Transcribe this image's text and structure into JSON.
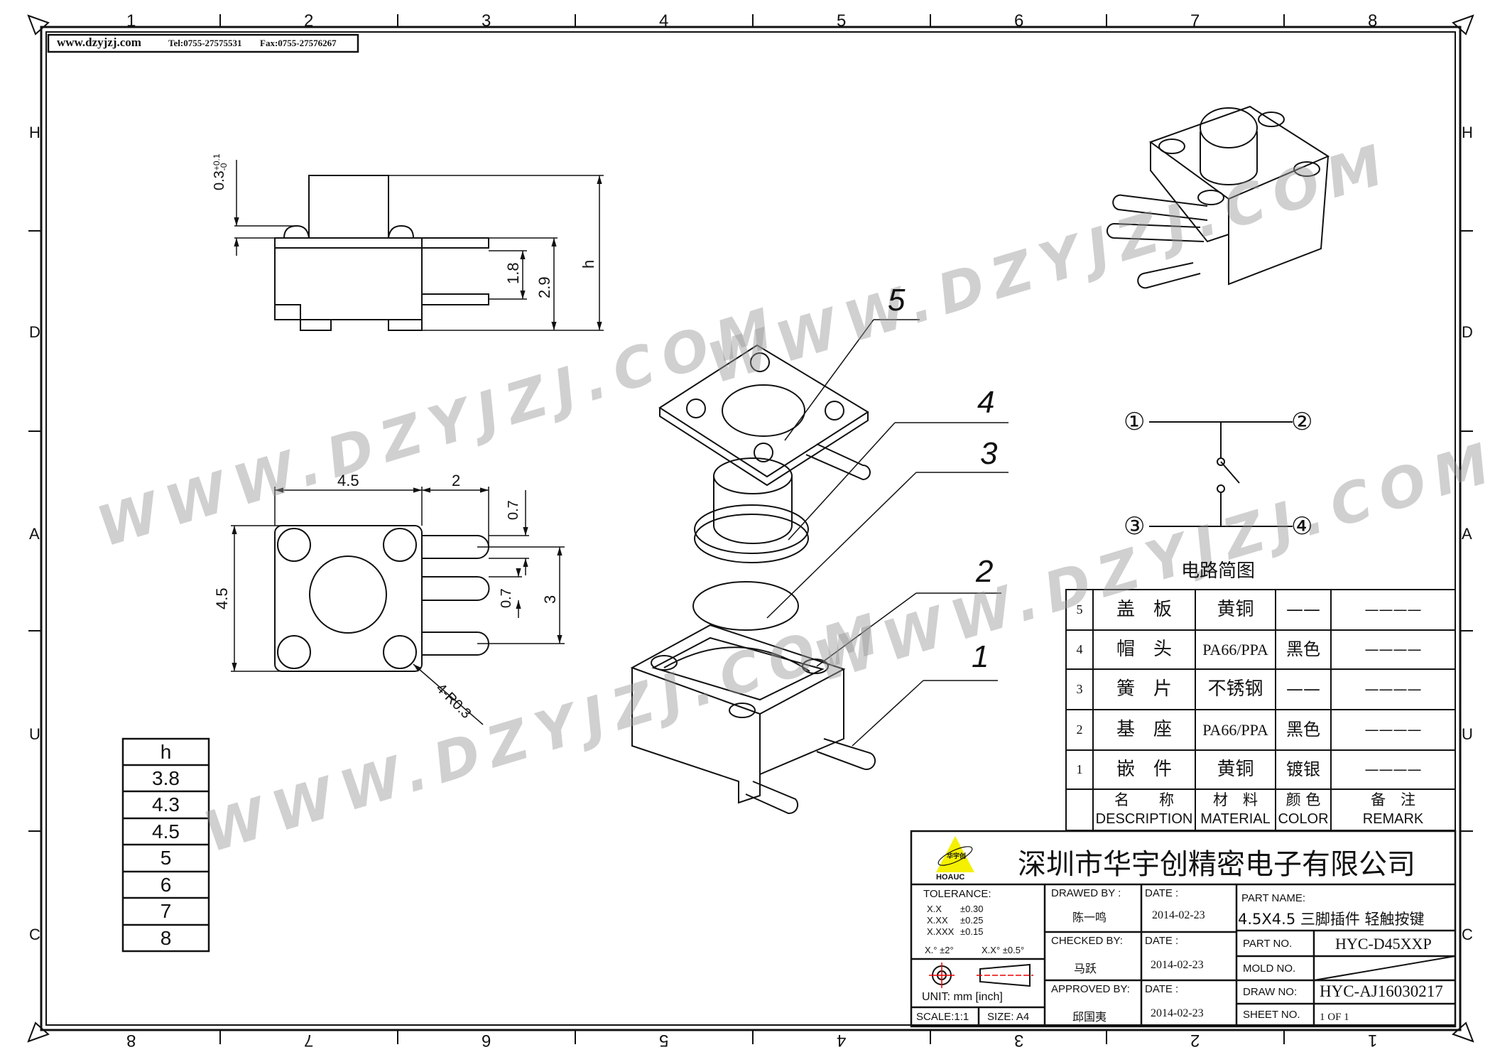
{
  "header": {
    "website": "www.dzyjzj.com",
    "tel": "Tel:0755-27575531",
    "fax": "Fax:0755-27576267"
  },
  "frame": {
    "columns_top": [
      "1",
      "2",
      "3",
      "4",
      "5",
      "6",
      "7",
      "8"
    ],
    "columns_bottom": [
      "8",
      "7",
      "6",
      "5",
      "4",
      "3",
      "2",
      "1"
    ],
    "rows": [
      "H",
      "D",
      "A",
      "U",
      "C"
    ]
  },
  "watermark": "WWW.DZYJZJ.COM",
  "side_view": {
    "dim_plunger": "0.3",
    "dim_plunger_tol_plus": "+0.1",
    "dim_plunger_tol_minus": "-0",
    "dim_pin": "1.8",
    "dim_body": "2.9",
    "dim_height": "h"
  },
  "bottom_view": {
    "width": "4.5",
    "pin_length": "2",
    "pin_width_top": "0.7",
    "pin_width_mid": "0.7",
    "pin_pitch": "3",
    "height": "4.5",
    "corner_radius": "4-R0.3"
  },
  "exploded_view": {
    "callouts": [
      "5",
      "4",
      "3",
      "2",
      "1"
    ]
  },
  "height_table": {
    "header": "h",
    "values": [
      "3.8",
      "4.3",
      "4.5",
      "5",
      "6",
      "7",
      "8"
    ]
  },
  "circuit": {
    "title": "电路简图",
    "pins": [
      "①",
      "②",
      "③",
      "④"
    ]
  },
  "bom": {
    "rows": [
      {
        "no": "5",
        "name": "盖　板",
        "material": "黄铜",
        "color": "——",
        "remark": "————"
      },
      {
        "no": "4",
        "name": "帽　头",
        "material": "PA66/PPA",
        "color": "黑色",
        "remark": "————"
      },
      {
        "no": "3",
        "name": "簧　片",
        "material": "不锈钢",
        "color": "——",
        "remark": "————"
      },
      {
        "no": "2",
        "name": "基　座",
        "material": "PA66/PPA",
        "color": "黑色",
        "remark": "————"
      },
      {
        "no": "1",
        "name": "嵌　件",
        "material": "黄铜",
        "color": "镀银",
        "remark": "————"
      }
    ],
    "headers": [
      {
        "cn": "名　　称",
        "en": "DESCRIPTION"
      },
      {
        "cn": "材　料",
        "en": "MATERIAL"
      },
      {
        "cn": "颜 色",
        "en": "COLOR"
      },
      {
        "cn": "备　注",
        "en": "REMARK"
      }
    ]
  },
  "title_block": {
    "logo_text": "华宇创",
    "logo_brand": "HOAUC",
    "logo_color": "#f5f000",
    "company": "深圳市华宇创精密电子有限公司",
    "tolerance_label": "TOLERANCE:",
    "tolerances": [
      [
        "X.X",
        "±0.30"
      ],
      [
        "X.XX",
        "±0.25"
      ],
      [
        "X.XXX",
        "±0.15"
      ]
    ],
    "angle_tol_1": "X.° ±2°",
    "angle_tol_2": "X.X° ±0.5°",
    "unit": "UNIT:  mm  [inch]",
    "scale": "SCALE:1:1",
    "size": "SIZE:  A4",
    "drawed_by_label": "DRAWED BY :",
    "drawed_by": "陈一鸣",
    "checked_by_label": "CHECKED BY:",
    "checked_by": "马跃",
    "approved_by_label": "APPROVED BY:",
    "approved_by": "邱国夷",
    "date_label": "DATE :",
    "dates": [
      "2014-02-23",
      "2014-02-23",
      "2014-02-23"
    ],
    "part_name_label": "PART NAME:",
    "part_name": "4.5X4.5 三脚插件 轻触按键",
    "part_no_label": "PART NO.",
    "part_no": "HYC-D45XXP",
    "mold_no_label": "MOLD NO.",
    "draw_no_label": "DRAW NO:",
    "draw_no": "HYC-AJ16030217",
    "sheet_no_label": "SHEET NO.",
    "sheet_no": "1 OF 1"
  }
}
